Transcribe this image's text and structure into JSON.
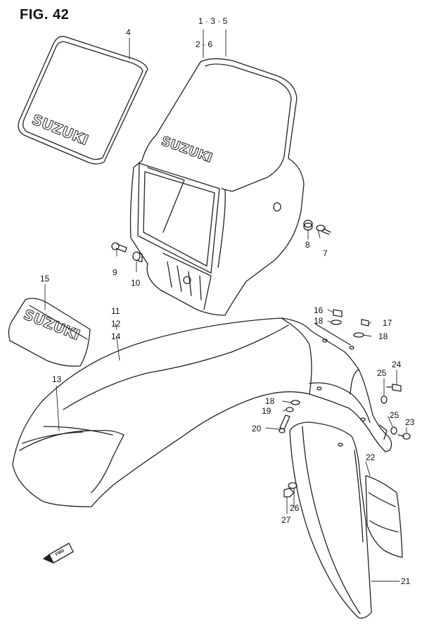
{
  "figure": {
    "title": "FIG. 42"
  },
  "brand": "SUZUKI",
  "fwd_label": "FWD",
  "callouts": [
    {
      "id": "c-1-3-5",
      "text": "1 · 3 · 5"
    },
    {
      "id": "c-2-6",
      "text": "2 · 6"
    },
    {
      "id": "c-4",
      "text": "4"
    },
    {
      "id": "c-7",
      "text": "7"
    },
    {
      "id": "c-8",
      "text": "8"
    },
    {
      "id": "c-9",
      "text": "9"
    },
    {
      "id": "c-10",
      "text": "10"
    },
    {
      "id": "c-11",
      "text": "11"
    },
    {
      "id": "c-12",
      "text": "12"
    },
    {
      "id": "c-13",
      "text": "13"
    },
    {
      "id": "c-14",
      "text": "14"
    },
    {
      "id": "c-15",
      "text": "15"
    },
    {
      "id": "c-16",
      "text": "16"
    },
    {
      "id": "c-17",
      "text": "17"
    },
    {
      "id": "c-18a",
      "text": "18"
    },
    {
      "id": "c-18b",
      "text": "18"
    },
    {
      "id": "c-18c",
      "text": "18"
    },
    {
      "id": "c-19",
      "text": "19"
    },
    {
      "id": "c-20",
      "text": "20"
    },
    {
      "id": "c-21",
      "text": "21"
    },
    {
      "id": "c-22",
      "text": "22"
    },
    {
      "id": "c-23",
      "text": "23"
    },
    {
      "id": "c-24",
      "text": "24"
    },
    {
      "id": "c-25a",
      "text": "25"
    },
    {
      "id": "c-25b",
      "text": "25"
    },
    {
      "id": "c-26",
      "text": "26"
    },
    {
      "id": "c-27",
      "text": "27"
    }
  ]
}
